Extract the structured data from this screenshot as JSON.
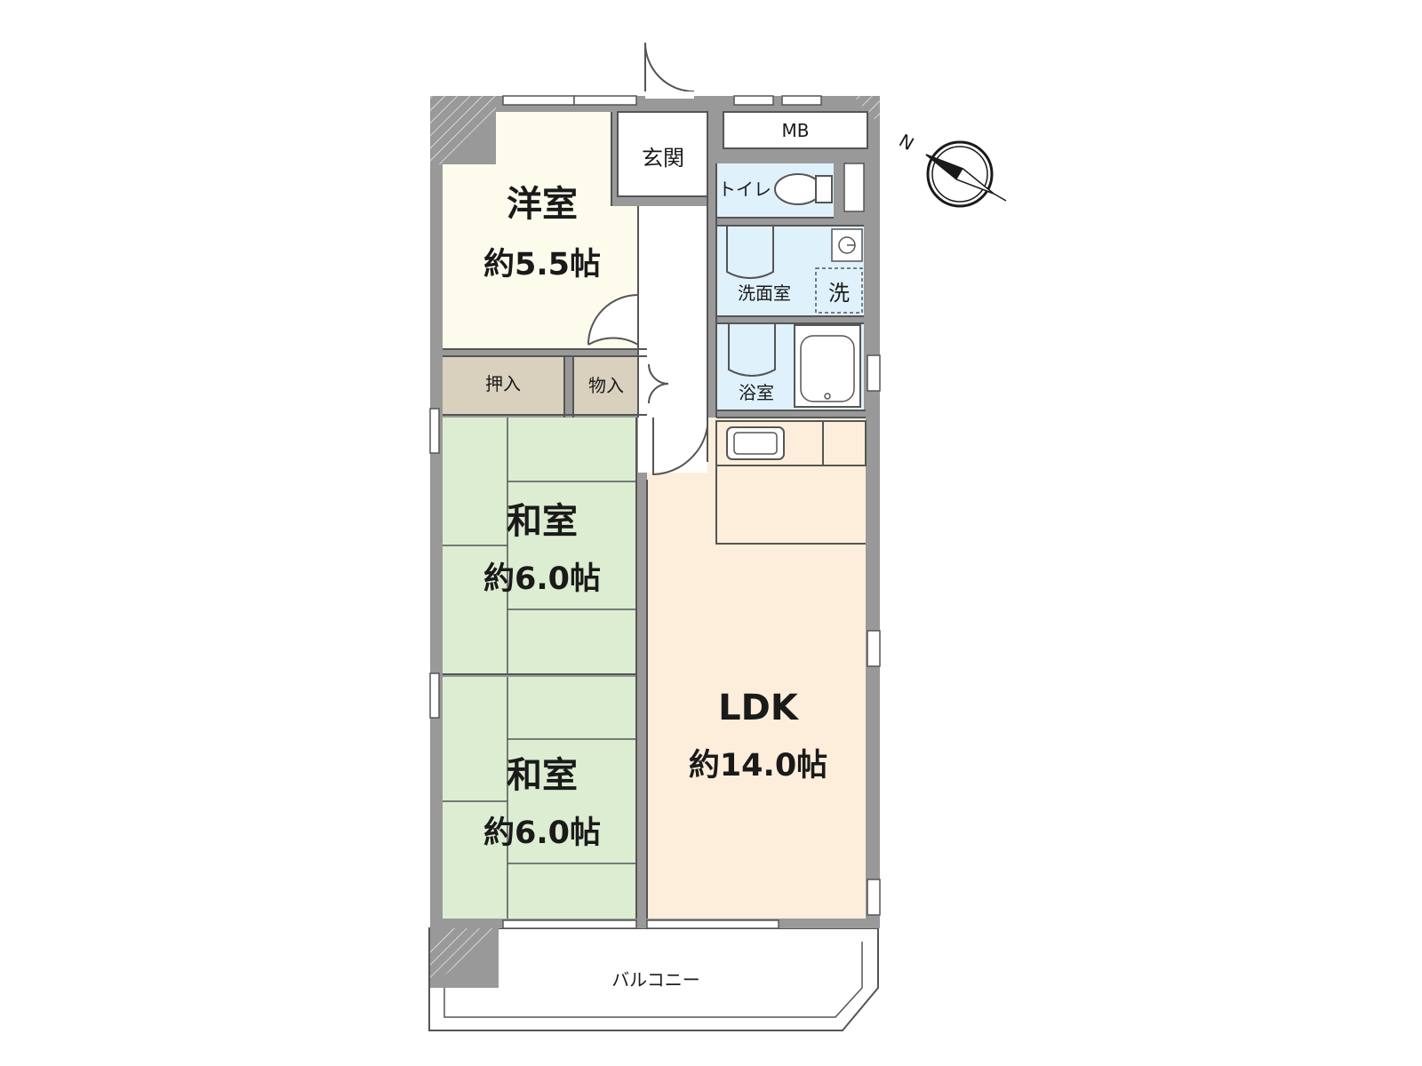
{
  "rooms": {
    "western": {
      "name": "洋室",
      "size": "約5.5帖",
      "color": "#fdfbec"
    },
    "japanese_upper": {
      "name": "和室",
      "size": "約6.0帖",
      "color": "#dcedd2"
    },
    "japanese_lower": {
      "name": "和室",
      "size": "約6.0帖",
      "color": "#dcedd2"
    },
    "ldk": {
      "name": "LDK",
      "size": "約14.0帖",
      "color": "#fdeedb"
    },
    "entrance": {
      "name": "玄関"
    },
    "closet": {
      "name": "押入",
      "color": "#d9d0bd"
    },
    "storage": {
      "name": "物入",
      "color": "#d9d0bd"
    },
    "meter_box": {
      "name": "MB"
    },
    "toilet": {
      "name": "トイレ",
      "color": "#dff1fb"
    },
    "washroom": {
      "name": "洗面室",
      "color": "#dff1fb"
    },
    "washer": {
      "name": "洗"
    },
    "bathroom": {
      "name": "浴室",
      "color": "#dff1fb"
    },
    "balcony": {
      "name": "バルコニー"
    }
  },
  "compass": {
    "label": "N"
  },
  "colors": {
    "wall": "#999999",
    "line": "#555555"
  }
}
